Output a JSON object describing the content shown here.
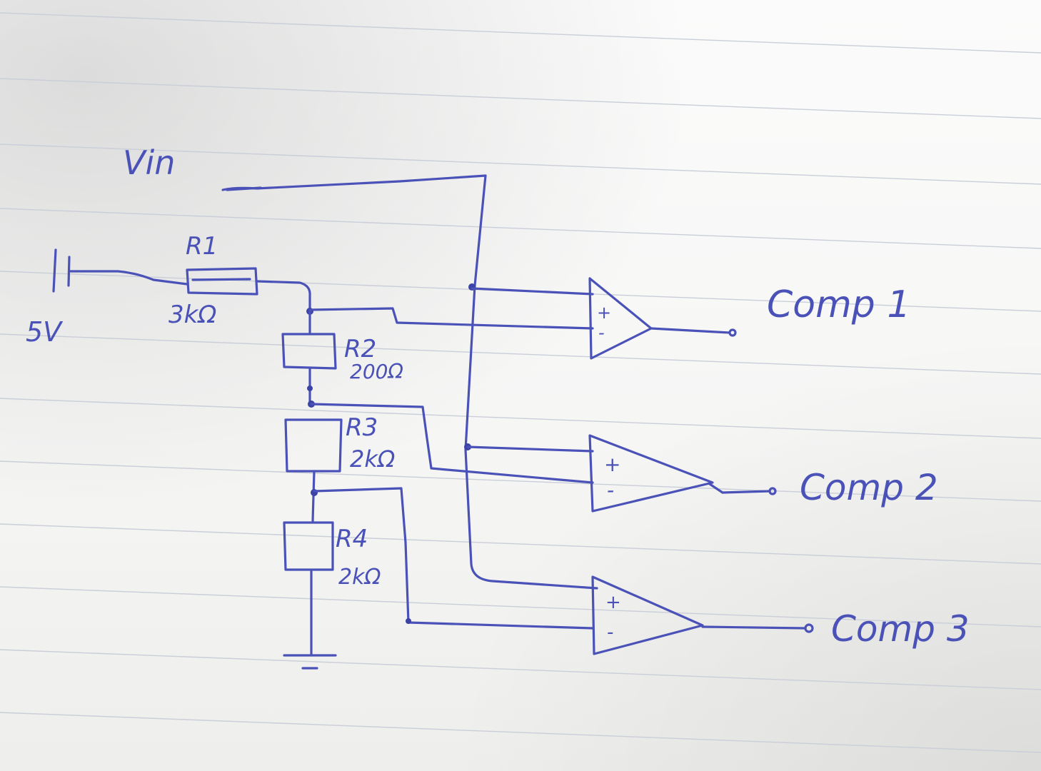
{
  "labels": {
    "vin": "Vin",
    "supply": "5V",
    "r1_name": "R1",
    "r1_value": "3kΩ",
    "r2_name": "R2",
    "r2_value": "200Ω",
    "r3_name": "R3",
    "r3_value": "2kΩ",
    "r4_name": "R4",
    "r4_value": "2kΩ",
    "comp1": "Comp 1",
    "comp2": "Comp 2",
    "comp3": "Comp 3",
    "plus": "+",
    "minus": "-"
  },
  "colors": {
    "ink": "#4a52b8",
    "paper": "#f8f8f7",
    "rule": "#c9ced8"
  }
}
